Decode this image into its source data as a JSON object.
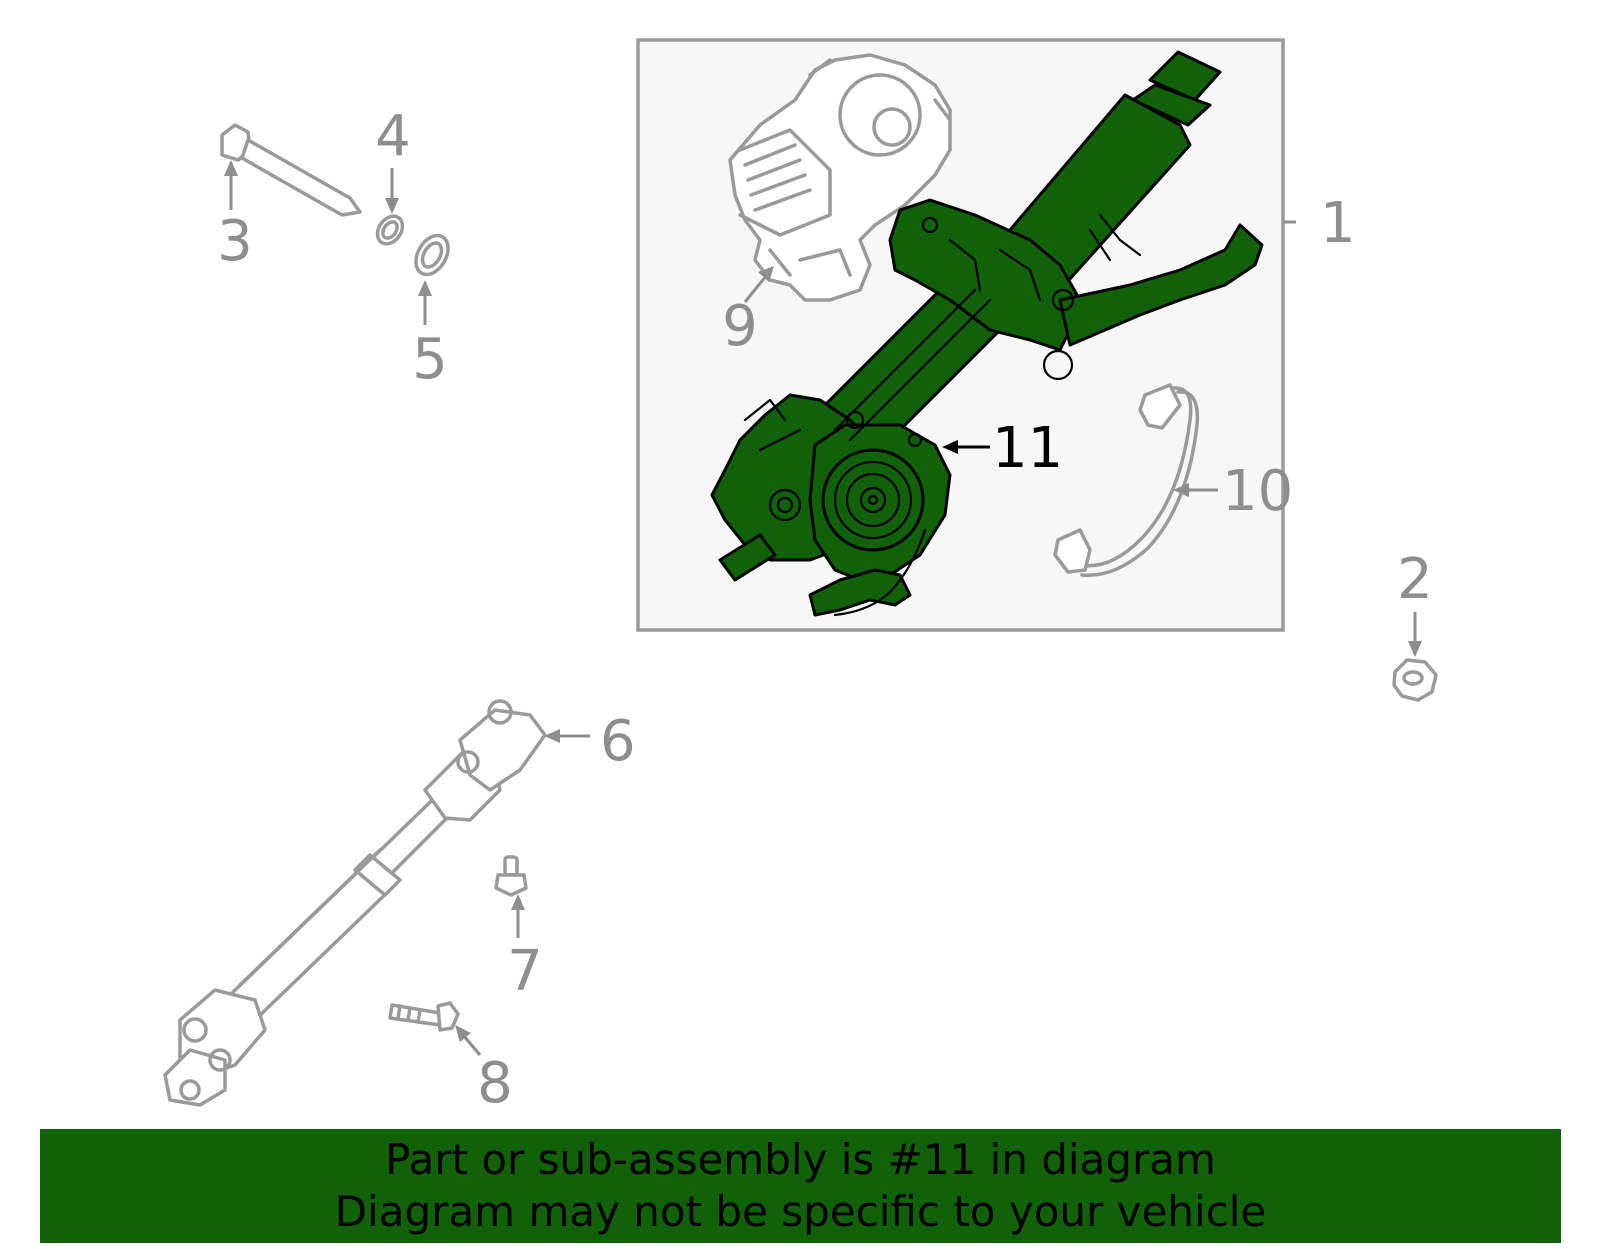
{
  "callouts": {
    "c1": "1",
    "c2": "2",
    "c3": "3",
    "c4": "4",
    "c5": "5",
    "c6": "6",
    "c7": "7",
    "c8": "8",
    "c9": "9",
    "c10": "10",
    "c11": "11"
  },
  "highlighted_part": "11",
  "banner": {
    "line1": "Part or sub-assembly is #11 in diagram",
    "line2": "Diagram may not be specific to your vehicle"
  },
  "colors": {
    "highlight_green": "#116109",
    "banner_green": "#116109",
    "part_gray": "#9a9a9a",
    "label_gray": "#8e8e8e",
    "box_background": "#f7f7f7"
  }
}
